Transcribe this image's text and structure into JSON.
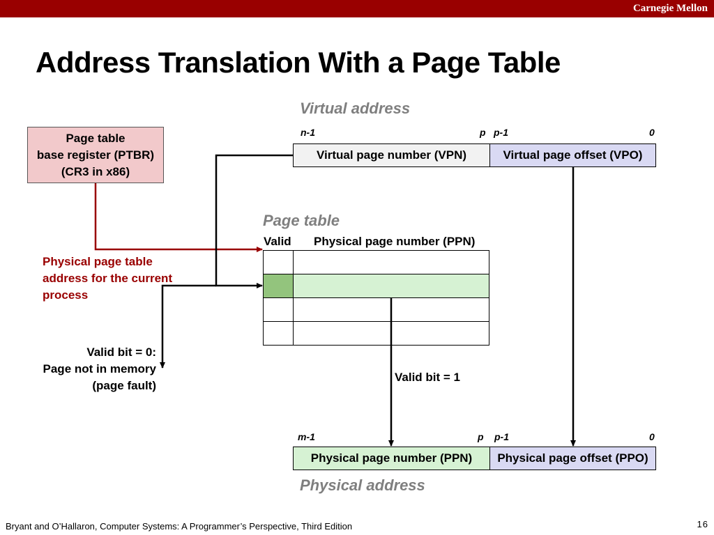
{
  "header": {
    "brand": "Carnegie Mellon"
  },
  "slide": {
    "title": "Address Translation With a Page Table"
  },
  "virtual_address": {
    "label": "Virtual address",
    "bits": {
      "high": "n-1",
      "p": "p",
      "p_minus_1": "p-1",
      "zero": "0"
    },
    "vpn": "Virtual page number (VPN)",
    "vpo": "Virtual page offset (VPO)"
  },
  "ptbr": {
    "line1": "Page table",
    "line2": "base register (PTBR)",
    "line3": "(CR3 in x86)"
  },
  "page_table": {
    "label": "Page table",
    "valid_header": "Valid",
    "ppn_header": "Physical page number (PPN)"
  },
  "notes": {
    "pt_address": [
      "Physical page table",
      "address for the current",
      "process"
    ],
    "valid0": [
      "Valid bit = 0:",
      "Page not in memory",
      "(page fault)"
    ],
    "valid1": "Valid bit = 1"
  },
  "physical_address": {
    "label": "Physical address",
    "bits": {
      "high": "m-1",
      "p": "p",
      "p_minus_1": "p-1",
      "zero": "0"
    },
    "ppn": "Physical page number (PPN)",
    "ppo": "Physical page offset (PPO)"
  },
  "colors": {
    "brand_bar": "#990000",
    "ptbr_fill": "#f2c9cb",
    "vpn_fill": "#f2f2f2",
    "offset_fill": "#d9d9f3",
    "ppn_fill": "#d6f2d3",
    "valid_fill": "#93c47d",
    "accent_red": "#990000"
  },
  "footer": {
    "citation": "Bryant and O’Hallaron, Computer Systems: A Programmer’s Perspective, Third Edition",
    "page_number": "16"
  }
}
